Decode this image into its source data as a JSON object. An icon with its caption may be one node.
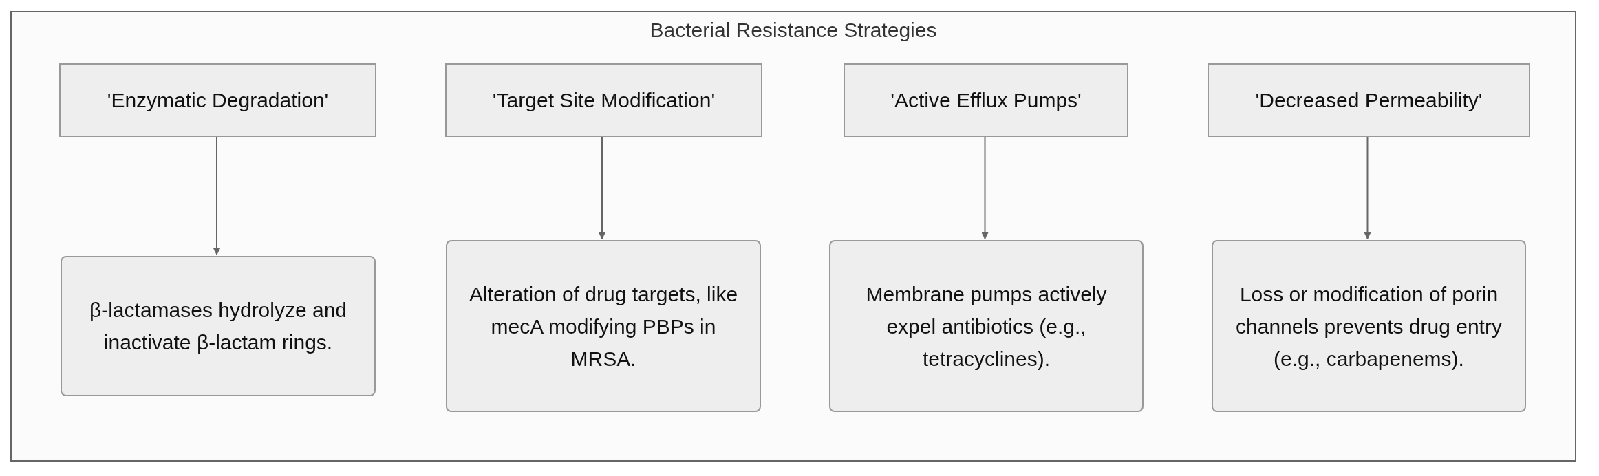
{
  "diagram": {
    "nodes": [
      {
        "text": [
          "Bacterial Resistance Strategies"
        ]
      },
      {
        "text": [
          "'Enzymatic Degradation'"
        ],
        "in": 0
      },
      {
        "text": [
          "'Target Site Modification'"
        ],
        "in": 0
      },
      {
        "text": [
          "'Active Efflux Pumps'"
        ],
        "in": 0
      },
      {
        "text": [
          "'Decreased Permeability'"
        ],
        "in": 0
      },
      {
        "text": [
          "β-lactamases hydrolyze and inactivate β-lactam rings."
        ],
        "in": 0
      },
      {
        "text": [
          "Alteration of drug targets, like mecA modifying PBPs in MRSA."
        ],
        "in": 0
      },
      {
        "text": [
          "Membrane pumps actively expel antibiotics (e.g., tetracyclines)."
        ],
        "in": 0
      },
      {
        "text": [
          "Loss or modification of porin channels prevents drug entry (e.g., carbapenems)."
        ],
        "in": 0
      }
    ],
    "edges": [
      {
        "from": 1,
        "to": 5,
        "arrow": "to"
      },
      {
        "from": 2,
        "to": 6,
        "arrow": "to"
      },
      {
        "from": 3,
        "to": 7,
        "arrow": "to"
      },
      {
        "from": 4,
        "to": 8,
        "arrow": "to"
      }
    ]
  }
}
